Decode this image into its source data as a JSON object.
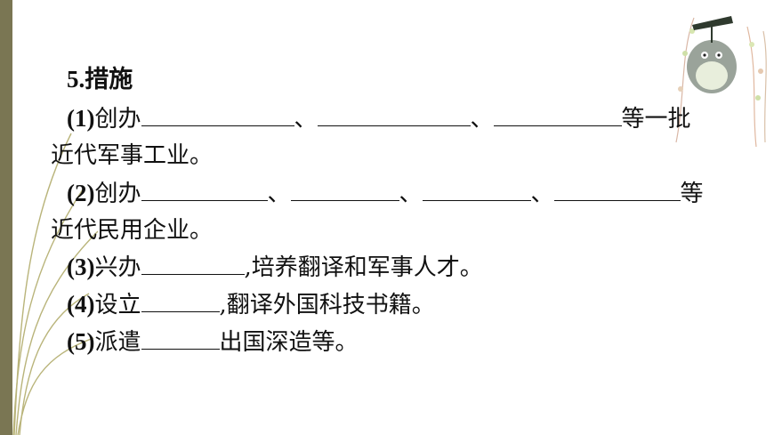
{
  "section_title": "5.措施",
  "items": [
    {
      "num": "(1)",
      "verb": "创办",
      "sep": "、",
      "tail": "等一批",
      "cont": "近代军事工业。"
    },
    {
      "num": "(2)",
      "verb": "创办",
      "sep": "、",
      "tail": "等",
      "cont": "近代民用企业。"
    },
    {
      "num": "(3)",
      "verb": "兴办",
      "tail": ",培养翻译和军事人才。"
    },
    {
      "num": "(4)",
      "verb": "设立",
      "tail": ",翻译外国科技书籍。"
    },
    {
      "num": "(5)",
      "verb": "派遣",
      "tail": "出国深造等。"
    }
  ],
  "colors": {
    "left_bar": "#7a7653",
    "curve": "#b9b47a"
  }
}
